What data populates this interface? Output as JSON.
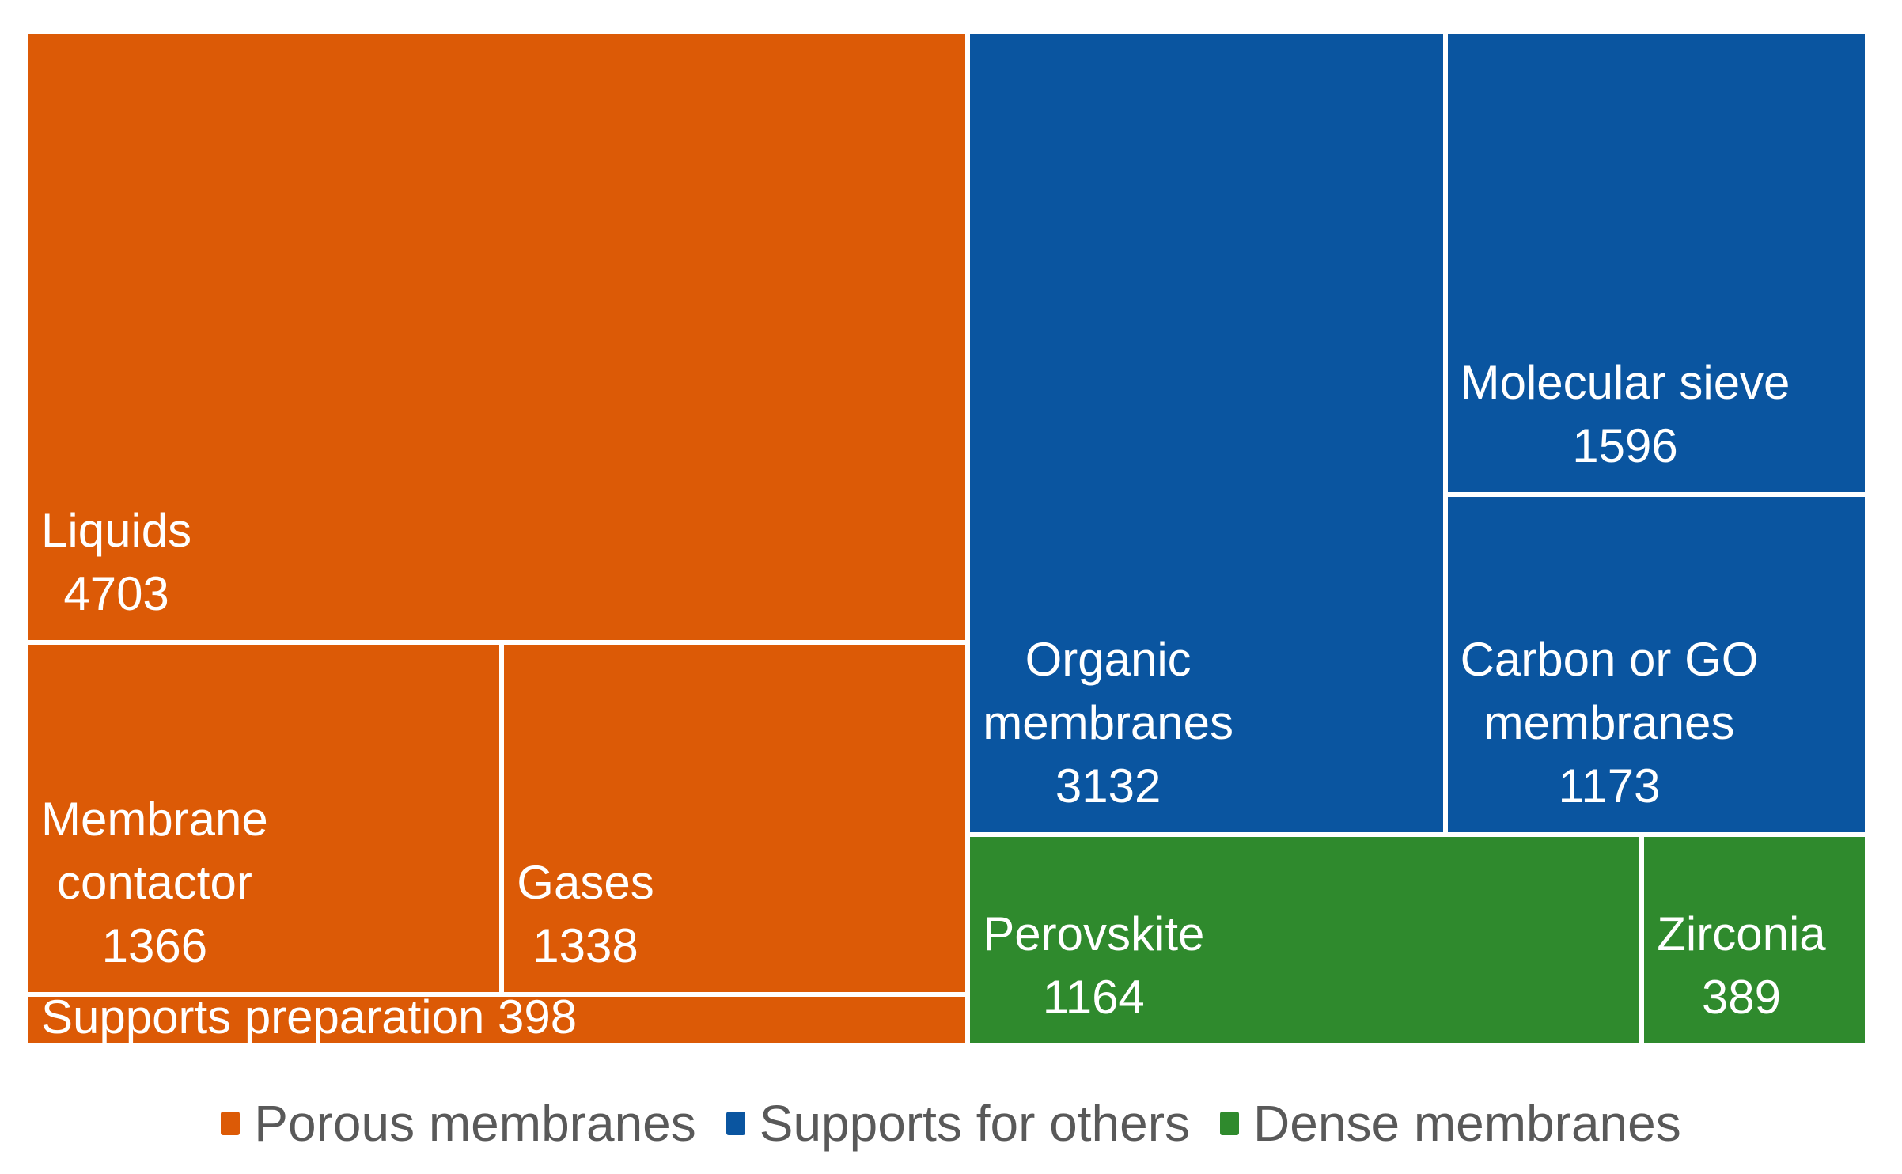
{
  "chart_data": {
    "type": "treemap",
    "title": "",
    "total": 15259,
    "label_text_color": "#FFFFFF",
    "groups": [
      {
        "name": "Porous membranes",
        "color": "#DC5A06",
        "total": 7805,
        "items": [
          {
            "label": "Liquids",
            "value": 4703,
            "lines": [
              "Liquids",
              "4703"
            ]
          },
          {
            "label": "Membrane contactor",
            "value": 1366,
            "lines": [
              "Membrane",
              "contactor",
              "1366"
            ]
          },
          {
            "label": "Gases",
            "value": 1338,
            "lines": [
              "Gases",
              "1338"
            ]
          },
          {
            "label": "Supports preparation",
            "value": 398,
            "lines": [
              "Supports preparation 398"
            ]
          }
        ]
      },
      {
        "name": "Supports for others",
        "color": "#0A55A0",
        "total": 5901,
        "items": [
          {
            "label": "Organic membranes",
            "value": 3132,
            "lines": [
              "Organic",
              "membranes",
              "3132"
            ]
          },
          {
            "label": "Molecular sieve",
            "value": 1596,
            "lines": [
              "Molecular sieve",
              "1596"
            ]
          },
          {
            "label": "Carbon or GO membranes",
            "value": 1173,
            "lines": [
              "Carbon or GO",
              "membranes",
              "1173"
            ]
          }
        ]
      },
      {
        "name": "Dense membranes",
        "color": "#2F8A2D",
        "total": 1553,
        "items": [
          {
            "label": "Perovskite",
            "value": 1164,
            "lines": [
              "Perovskite",
              "1164"
            ]
          },
          {
            "label": "Zirconia",
            "value": 389,
            "lines": [
              "Zirconia",
              "389"
            ]
          }
        ]
      }
    ],
    "legend": {
      "position": "bottom",
      "text_color": "#595959",
      "entries": [
        {
          "label": "Porous membranes",
          "color": "#DC5A06"
        },
        {
          "label": "Supports for others",
          "color": "#0A55A0"
        },
        {
          "label": "Dense membranes",
          "color": "#2F8A2D"
        }
      ]
    }
  }
}
